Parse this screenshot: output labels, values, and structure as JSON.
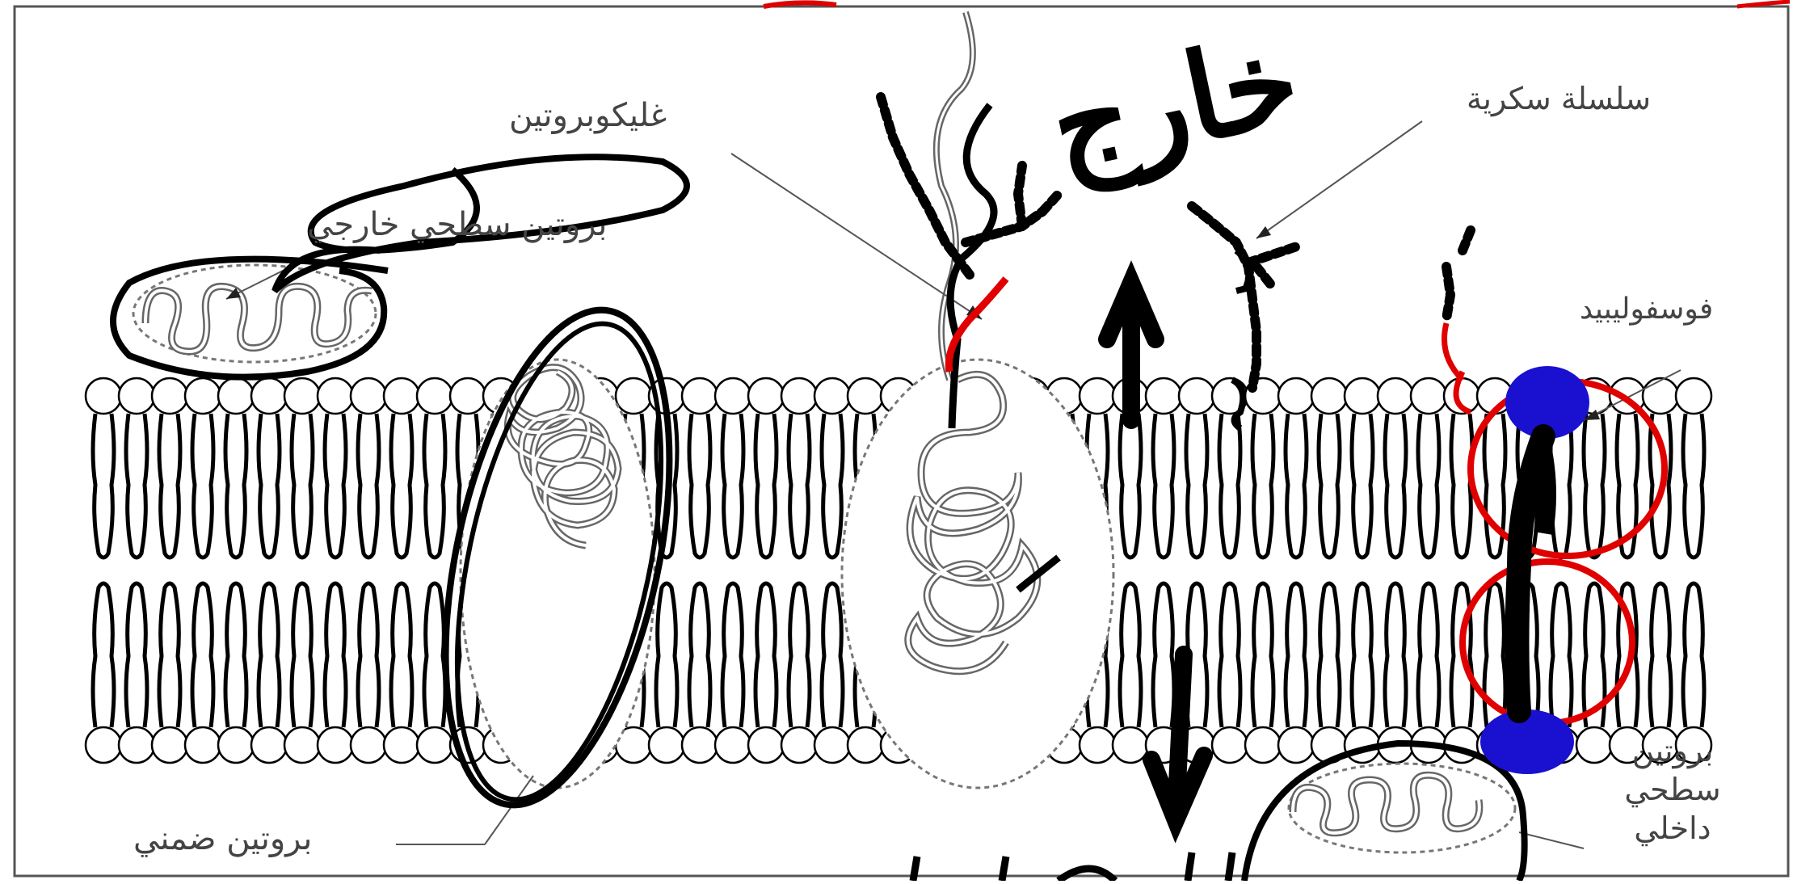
{
  "diagram": {
    "labels": {
      "glycoprotein": "غليكوبروتين",
      "sugar_chain": "سلسلة سكرية",
      "outer_surface_protein": "بروتين سطحي خارجي",
      "phospholipid": "فوسفوليبيد",
      "integral_protein": "بروتين ضمني",
      "inner_surface_protein": [
        "بروتين",
        "سطحي",
        "داخلي"
      ]
    },
    "handwriting": {
      "outside": "خارج",
      "inside_partial": "داخل"
    },
    "colors": {
      "lipid_stroke": "#000000",
      "protein_stroke": "#777777",
      "annotation_black": "#000000",
      "annotation_red": "#e00000",
      "annotation_blue": "#1a10d0",
      "label_text": "#444444"
    }
  }
}
